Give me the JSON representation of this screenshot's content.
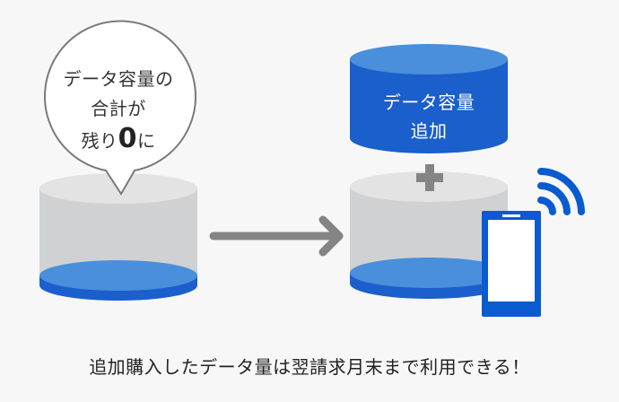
{
  "bubble": {
    "line1": "データ容量の",
    "line2": "合計が",
    "line3_prefix": "残り",
    "line3_number": "0",
    "line3_suffix": "に"
  },
  "added_cylinder": {
    "line1": "データ容量",
    "line2": "追加"
  },
  "caption": "追加購入したデータ量は翌請求月末まで利用できる！",
  "icons": {
    "arrow": "arrow-right-icon",
    "plus": "plus-icon",
    "phone": "smartphone-icon",
    "wifi": "wifi-signal-icon"
  },
  "colors": {
    "background": "#f7f7f7",
    "cylinder_top": "#e3e3e3",
    "cylinder_body": "#d0d1d3",
    "data_light_blue": "#4a8fdc",
    "data_dark_blue": "#1a5fcb",
    "gray_icon": "#848484",
    "accent_blue": "#0b5bd0"
  }
}
